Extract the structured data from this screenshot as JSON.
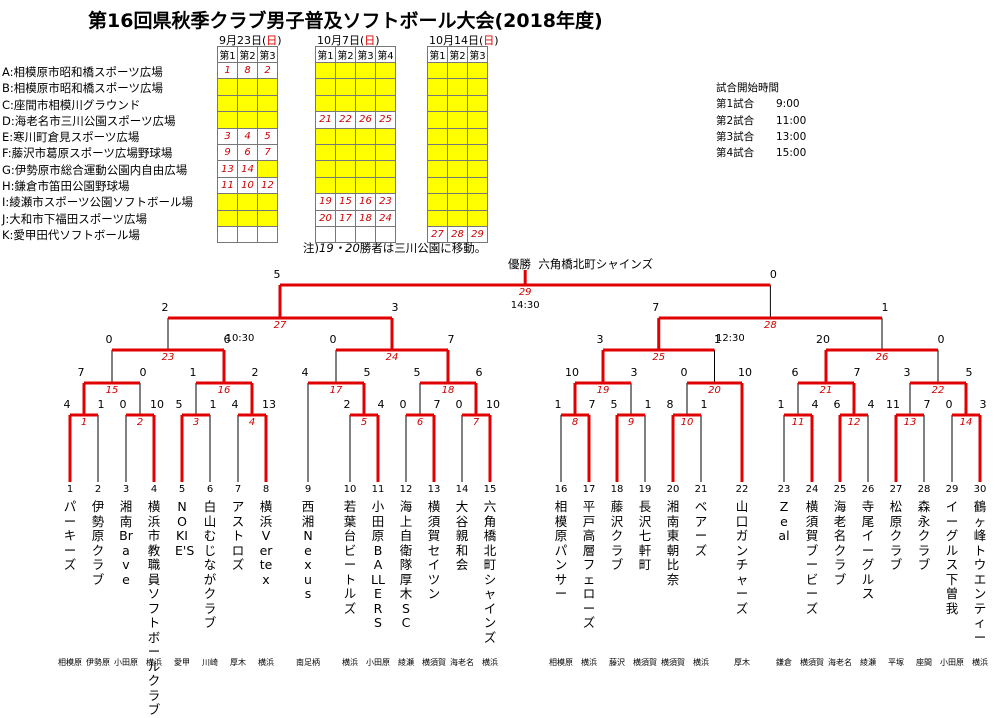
{
  "title": "第16回県秋季クラブ男子普及ソフトボール大会(2018年度)",
  "venues": [
    "A:相模原市昭和橋スポーツ広場",
    "B:相模原市昭和橋スポーツ広場",
    "C:座間市相模川グラウンド",
    "D:海老名市三川公園スポーツ広場",
    "E:寒川町倉見スポーツ広場",
    "F:藤沢市葛原スポーツ広場野球場",
    "G:伊勢原市総合運動公園内自由広場",
    "H:鎌倉市笛田公園野球場",
    "I:綾瀬市スポーツ公園ソフトボール場",
    "J:大和市下福田スポーツ広場",
    "K:愛甲田代ソフトボール場"
  ],
  "schedule": [
    {
      "date": "9月23日",
      "dow": "日",
      "headers": [
        "第1",
        "第2",
        "第3"
      ],
      "cells": [
        [
          "1",
          "8",
          "2"
        ],
        [
          "",
          "",
          ""
        ],
        [
          "",
          "",
          ""
        ],
        [
          "",
          "",
          ""
        ],
        [
          "3",
          "4",
          "5"
        ],
        [
          "9",
          "6",
          "7"
        ],
        [
          "13",
          "14",
          ""
        ],
        [
          "11",
          "10",
          "12"
        ],
        [
          "",
          "",
          ""
        ],
        [
          "",
          "",
          ""
        ],
        [
          "",
          "",
          ""
        ]
      ],
      "yellow": [
        [
          0,
          0,
          0
        ],
        [
          1,
          1,
          1
        ],
        [
          1,
          1,
          1
        ],
        [
          1,
          1,
          1
        ],
        [
          0,
          0,
          0
        ],
        [
          0,
          0,
          0
        ],
        [
          0,
          0,
          1
        ],
        [
          0,
          0,
          0
        ],
        [
          1,
          1,
          1
        ],
        [
          1,
          1,
          1
        ],
        [
          0,
          0,
          0
        ]
      ]
    },
    {
      "date": "10月7日",
      "dow": "日",
      "headers": [
        "第1",
        "第2",
        "第3",
        "第4"
      ],
      "cells": [
        [
          "",
          "",
          "",
          ""
        ],
        [
          "",
          "",
          "",
          ""
        ],
        [
          "",
          "",
          "",
          ""
        ],
        [
          "21",
          "22",
          "26",
          "25"
        ],
        [
          "",
          "",
          "",
          ""
        ],
        [
          "",
          "",
          "",
          ""
        ],
        [
          "",
          "",
          "",
          ""
        ],
        [
          "",
          "",
          "",
          ""
        ],
        [
          "19",
          "15",
          "16",
          "23"
        ],
        [
          "20",
          "17",
          "18",
          "24"
        ],
        [
          "",
          "",
          "",
          ""
        ]
      ],
      "yellow": [
        [
          1,
          1,
          1,
          1
        ],
        [
          1,
          1,
          1,
          1
        ],
        [
          1,
          1,
          1,
          1
        ],
        [
          0,
          0,
          0,
          0
        ],
        [
          1,
          1,
          1,
          1
        ],
        [
          1,
          1,
          1,
          1
        ],
        [
          1,
          1,
          1,
          1
        ],
        [
          1,
          1,
          1,
          1
        ],
        [
          0,
          0,
          0,
          0
        ],
        [
          0,
          0,
          0,
          0
        ],
        [
          0,
          0,
          0,
          0
        ]
      ]
    },
    {
      "date": "10月14日",
      "dow": "日",
      "headers": [
        "第1",
        "第2",
        "第3"
      ],
      "cells": [
        [
          "",
          "",
          ""
        ],
        [
          "",
          "",
          ""
        ],
        [
          "",
          "",
          ""
        ],
        [
          "",
          "",
          ""
        ],
        [
          "",
          "",
          ""
        ],
        [
          "",
          "",
          ""
        ],
        [
          "",
          "",
          ""
        ],
        [
          "",
          "",
          ""
        ],
        [
          "",
          "",
          ""
        ],
        [
          "",
          "",
          ""
        ],
        [
          "27",
          "28",
          "29"
        ]
      ],
      "yellow": [
        [
          1,
          1,
          1
        ],
        [
          1,
          1,
          1
        ],
        [
          1,
          1,
          1
        ],
        [
          1,
          1,
          1
        ],
        [
          1,
          1,
          1
        ],
        [
          1,
          1,
          1
        ],
        [
          1,
          1,
          1
        ],
        [
          1,
          1,
          1
        ],
        [
          1,
          1,
          1
        ],
        [
          1,
          1,
          1
        ],
        [
          0,
          0,
          0
        ]
      ]
    }
  ],
  "times": {
    "header": "試合開始時間",
    "rows": [
      [
        "第1試合",
        "9:00"
      ],
      [
        "第2試合",
        "11:00"
      ],
      [
        "第3試合",
        "13:00"
      ],
      [
        "第4試合",
        "15:00"
      ]
    ]
  },
  "note": {
    "prefix": "注)",
    "games": "19・20",
    "suffix": "勝者は三川公園に移動。"
  },
  "champion": {
    "label": "優勝",
    "team": "六角橋北町シャインズ"
  },
  "teams": [
    {
      "num": "1",
      "name": "パーキーズ",
      "loc": "相模原"
    },
    {
      "num": "2",
      "name": "伊勢原クラブ",
      "loc": "伊勢原"
    },
    {
      "num": "3",
      "name": "湘南Brave",
      "loc": "小田原"
    },
    {
      "num": "4",
      "name": "横浜市教職員ソフトボールクラブ",
      "loc": "横浜"
    },
    {
      "num": "5",
      "name": "NOKIE'S",
      "loc": "愛甲"
    },
    {
      "num": "6",
      "name": "白山むじながクラブ",
      "loc": "川崎"
    },
    {
      "num": "7",
      "name": "アストロズ",
      "loc": "厚木"
    },
    {
      "num": "8",
      "name": "横浜Vertex",
      "loc": "横浜"
    },
    {
      "num": "9",
      "name": "西湘Nexus",
      "loc": "南足柄"
    },
    {
      "num": "10",
      "name": "若葉台ビートルズ",
      "loc": "横浜"
    },
    {
      "num": "11",
      "name": "小田原BALLERS",
      "loc": "小田原"
    },
    {
      "num": "12",
      "name": "海上自衛隊厚木SC",
      "loc": "綾瀬"
    },
    {
      "num": "13",
      "name": "横須賀セイツン",
      "loc": "横須賀"
    },
    {
      "num": "14",
      "name": "大谷親和会",
      "loc": "海老名"
    },
    {
      "num": "15",
      "name": "六角橋北町シャインズ",
      "loc": "横浜"
    },
    {
      "num": "16",
      "name": "相模原パンサー",
      "loc": "相模原"
    },
    {
      "num": "17",
      "name": "平戸高層フェローズ",
      "loc": "横浜"
    },
    {
      "num": "18",
      "name": "藤沢クラブ",
      "loc": "藤沢"
    },
    {
      "num": "19",
      "name": "長沢七軒町",
      "loc": "横須賀"
    },
    {
      "num": "20",
      "name": "湘南東朝比奈",
      "loc": "横須賀"
    },
    {
      "num": "21",
      "name": "ベアーズ",
      "loc": "横浜"
    },
    {
      "num": "22",
      "name": "山口ガンチャーズ",
      "loc": "厚木"
    },
    {
      "num": "23",
      "name": "Zeal",
      "loc": "鎌倉"
    },
    {
      "num": "24",
      "name": "横須賀ブービーズ",
      "loc": "横須賀"
    },
    {
      "num": "25",
      "name": "海老名クラブ",
      "loc": "海老名"
    },
    {
      "num": "26",
      "name": "寺尾イーグルス",
      "loc": "綾瀬"
    },
    {
      "num": "27",
      "name": "松原クラブ",
      "loc": "平塚"
    },
    {
      "num": "28",
      "name": "森永クラブ",
      "loc": "座間"
    },
    {
      "num": "29",
      "name": "イーグルス下曽我",
      "loc": "小田原"
    },
    {
      "num": "30",
      "name": "鶴ヶ峰トウエンティー",
      "loc": "横浜"
    }
  ],
  "matches": [
    {
      "game": "1",
      "scores": [
        "4",
        "1"
      ]
    },
    {
      "game": "2",
      "scores": [
        "0",
        "10"
      ]
    },
    {
      "game": "3",
      "scores": [
        "5",
        "1"
      ]
    },
    {
      "game": "4",
      "scores": [
        "4",
        "13"
      ]
    },
    {
      "game": "5",
      "scores": [
        "2",
        "4"
      ]
    },
    {
      "game": "6",
      "scores": [
        "0",
        "7"
      ]
    },
    {
      "game": "7",
      "scores": [
        "0",
        "10"
      ]
    },
    {
      "game": "8",
      "scores": [
        "1",
        "7"
      ]
    },
    {
      "game": "9",
      "scores": [
        "5",
        "1"
      ]
    },
    {
      "game": "10",
      "scores": [
        "8",
        "1"
      ]
    },
    {
      "game": "11",
      "scores": [
        "1",
        "4"
      ]
    },
    {
      "game": "12",
      "scores": [
        "6",
        "4"
      ]
    },
    {
      "game": "13",
      "scores": [
        "11",
        "7"
      ]
    },
    {
      "game": "14",
      "scores": [
        "0",
        "3"
      ]
    },
    {
      "game": "15",
      "scores": [
        "7",
        "0"
      ]
    },
    {
      "game": "16",
      "scores": [
        "1",
        "2"
      ]
    },
    {
      "game": "17",
      "scores": [
        "4",
        "5"
      ]
    },
    {
      "game": "18",
      "scores": [
        "5",
        "6"
      ]
    },
    {
      "game": "19",
      "scores": [
        "10",
        "3"
      ]
    },
    {
      "game": "20",
      "scores": [
        "0",
        "10"
      ]
    },
    {
      "game": "21",
      "scores": [
        "6",
        "7"
      ]
    },
    {
      "game": "22",
      "scores": [
        "3",
        "5"
      ]
    },
    {
      "game": "23",
      "scores": [
        "0",
        "6"
      ]
    },
    {
      "game": "24",
      "scores": [
        "0",
        "7"
      ]
    },
    {
      "game": "25",
      "scores": [
        "3",
        "1"
      ]
    },
    {
      "game": "26",
      "scores": [
        "20",
        "0"
      ]
    },
    {
      "game": "27",
      "scores": [
        "2",
        "3"
      ]
    },
    {
      "game": "28",
      "scores": [
        "7",
        "1"
      ]
    },
    {
      "game": "29",
      "scores": [
        "5",
        "0"
      ]
    }
  ],
  "match_times": {
    "27": "10:30",
    "28": "12:30",
    "29": "14:30"
  }
}
